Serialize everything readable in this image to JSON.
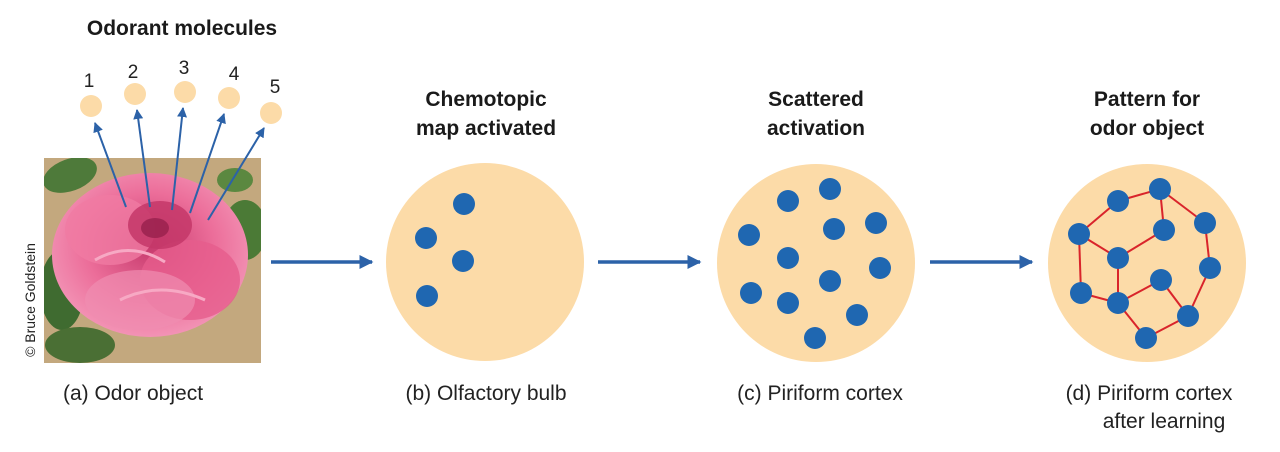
{
  "colors": {
    "circle_fill": "#fcdba8",
    "dot": "#1f67b1",
    "arrow": "#2c62a8",
    "edge": "#d9242b",
    "rose": "#e95f8e",
    "background_wall": "#c8ae84"
  },
  "odorant": {
    "title": "Odorant molecules",
    "numbers": [
      "1",
      "2",
      "3",
      "4",
      "5"
    ]
  },
  "credit": "© Bruce Goldstein",
  "panels": [
    {
      "caption_line1": "(a)  Odor object",
      "caption_line2": ""
    },
    {
      "title_line1": "Chemotopic",
      "title_line2": "map activated",
      "caption_line1": "(b)  Olfactory bulb",
      "caption_line2": ""
    },
    {
      "title_line1": "Scattered",
      "title_line2": "activation",
      "caption_line1": "(c)  Piriform cortex",
      "caption_line2": ""
    },
    {
      "title_line1": "Pattern for",
      "title_line2": "odor object",
      "caption_line1": "(d)  Piriform cortex",
      "caption_line2": "after learning"
    }
  ]
}
